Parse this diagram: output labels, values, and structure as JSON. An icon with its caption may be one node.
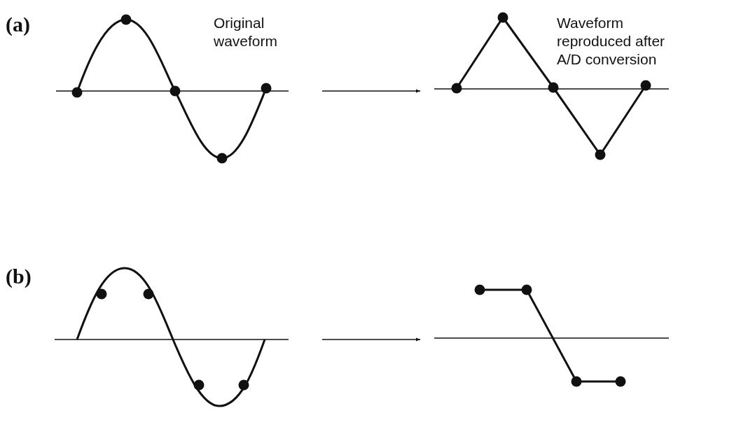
{
  "diagram": {
    "nodes": [
      {
        "text": [
          "Original waveform"
        ]
      },
      {
        "text": [
          "Waveform reproduced after A/D conversion"
        ]
      },
      {
        "text": [],
        "shape": "picture"
      },
      {
        "text": [],
        "shape": "picture"
      }
    ],
    "edges": [
      {
        "from": 0,
        "to": 1,
        "arrow": "to"
      },
      {
        "from": 2,
        "to": 3,
        "arrow": "to"
      }
    ],
    "labels": [
      "(a)",
      "(b)"
    ]
  }
}
